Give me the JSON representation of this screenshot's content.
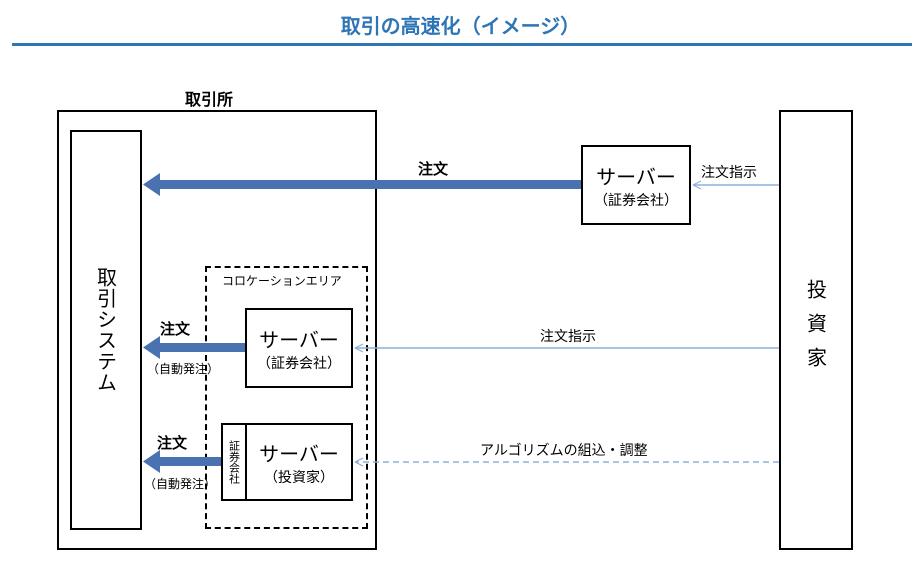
{
  "title": "取引の高速化（イメージ）",
  "exchange": {
    "label": "取引所",
    "system_label": "取引システム",
    "colocation_label": "コロケーションエリア"
  },
  "top_server": {
    "line1": "サーバー",
    "line2": "（証券会社）"
  },
  "colo_server1": {
    "line1": "サーバー",
    "line2": "（証券会社）"
  },
  "colo_server2": {
    "line1": "サーバー",
    "line2": "（投資家）",
    "side_label": "証券会社"
  },
  "investor_label": "投資家",
  "arrows": {
    "top_order": "注文",
    "top_instruction": "注文指示",
    "mid_order": "注文",
    "mid_order_sub": "（自動発注）",
    "mid_instruction": "注文指示",
    "bot_order": "注文",
    "bot_order_sub": "（自動発注）",
    "bot_instruction": "アルゴリズムの組込・調整"
  },
  "colors": {
    "accent": "#2E75B6",
    "arrow_thick": "#4A72B0",
    "arrow_thin": "#8DB0DA"
  }
}
